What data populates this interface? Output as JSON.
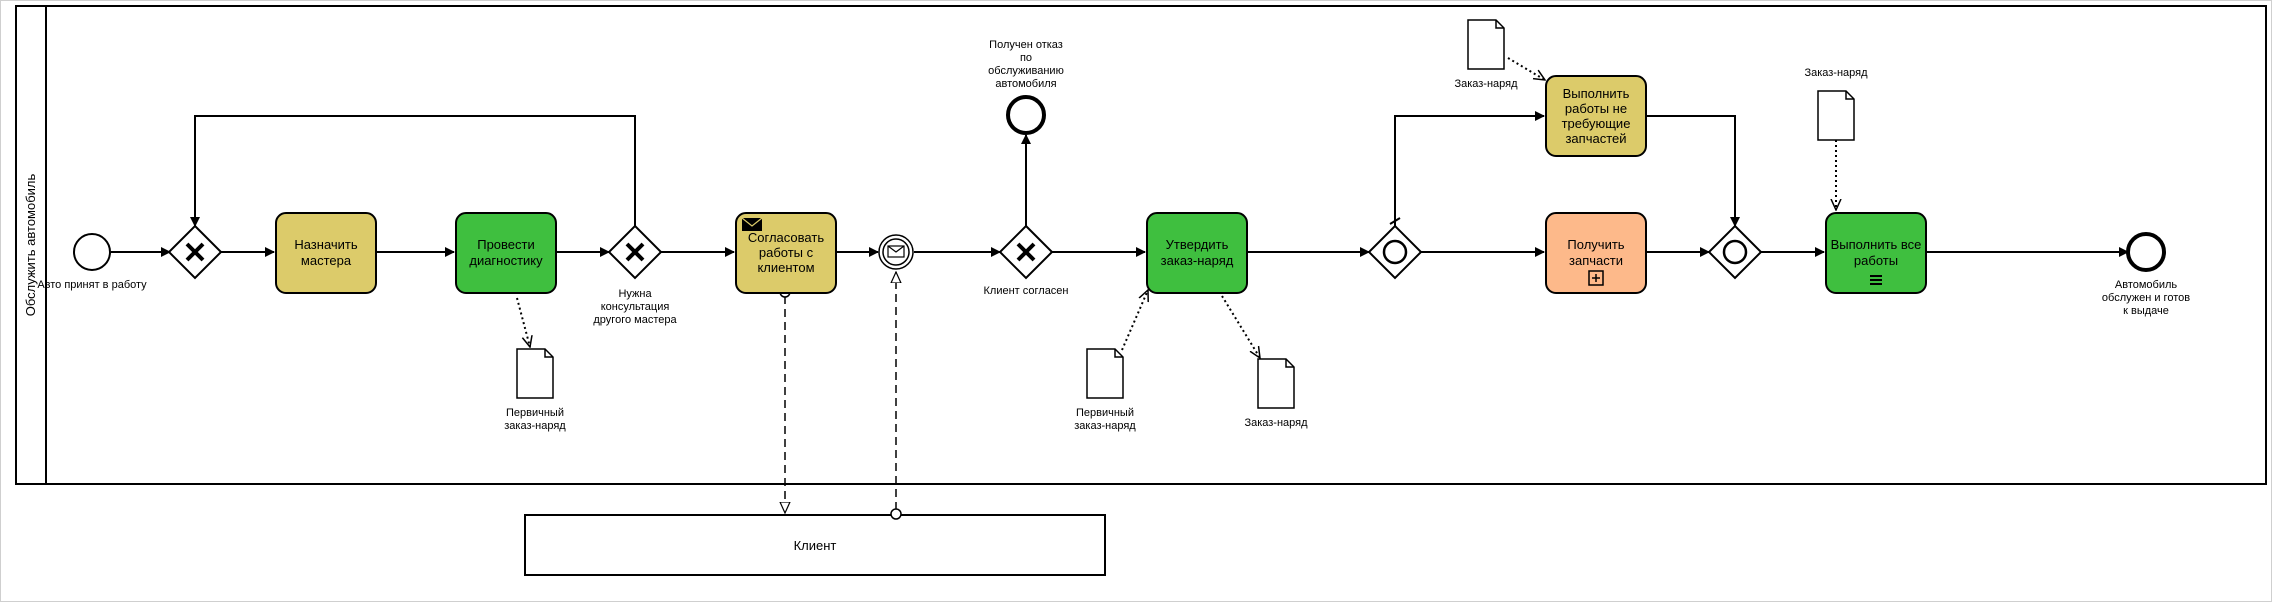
{
  "pool": {
    "title": "Обслужить автомобиль"
  },
  "external_pool": {
    "title": "Клиент"
  },
  "events": {
    "start": "Авто принят в работу",
    "end_refused": [
      "Получен отказ",
      "по",
      "обслуживанию",
      "автомобиля"
    ],
    "end_done": [
      "Автомобиль",
      "обслужен и готов",
      "к выдаче"
    ]
  },
  "tasks": {
    "assign": [
      "Назначить",
      "мастера"
    ],
    "diagnose": [
      "Провести",
      "диагностику"
    ],
    "agree": [
      "Согласовать",
      "работы с",
      "клиентом"
    ],
    "approve": [
      "Утвердить",
      "заказ-наряд"
    ],
    "no_parts": [
      "Выполнить",
      "работы не",
      "требующие",
      "запчастей"
    ],
    "get_parts": [
      "Получить",
      "запчасти"
    ],
    "do_all": [
      "Выполнить все",
      "работы"
    ]
  },
  "gateways": {
    "consult": [
      "Нужна",
      "консультация",
      "другого мастера"
    ],
    "client_ok": "Клиент согласен"
  },
  "documents": {
    "primary_1": [
      "Первичный",
      "заказ-наряд"
    ],
    "primary_2": [
      "Первичный",
      "заказ-наряд"
    ],
    "order_1": "Заказ-наряд",
    "order_2": "Заказ-наряд",
    "order_3": "Заказ-наряд"
  },
  "colors": {
    "task_yellow": "#dccb6a",
    "task_green": "#3fbf3f",
    "task_orange": "#fdb98a",
    "line": "#000000"
  }
}
